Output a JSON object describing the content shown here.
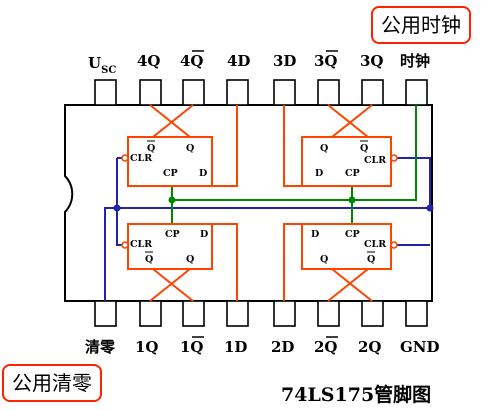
{
  "callouts": {
    "clock": "公用时钟",
    "clear": "公用清零"
  },
  "title": "74LS175管脚图",
  "top_pins": [
    {
      "id": "vcc",
      "main": "U",
      "sub": "SC",
      "overline": false
    },
    {
      "id": "4q",
      "main": "4Q",
      "sub": "",
      "overline": false
    },
    {
      "id": "4qbar",
      "main": "4Q",
      "sub": "",
      "overline": true
    },
    {
      "id": "4d",
      "main": "4D",
      "sub": "",
      "overline": false
    },
    {
      "id": "3d",
      "main": "3D",
      "sub": "",
      "overline": false
    },
    {
      "id": "3qbar",
      "main": "3Q",
      "sub": "",
      "overline": true
    },
    {
      "id": "3q",
      "main": "3Q",
      "sub": "",
      "overline": false
    },
    {
      "id": "clock",
      "main": "时钟",
      "sub": "",
      "overline": false
    }
  ],
  "bottom_pins": [
    {
      "id": "clear",
      "main": "清零",
      "overline": false
    },
    {
      "id": "1q",
      "main": "1Q",
      "overline": false
    },
    {
      "id": "1qbar",
      "main": "1Q",
      "overline": true
    },
    {
      "id": "1d",
      "main": "1D",
      "overline": false
    },
    {
      "id": "2d",
      "main": "2D",
      "overline": false
    },
    {
      "id": "2qbar",
      "main": "2Q",
      "overline": true
    },
    {
      "id": "2q",
      "main": "2Q",
      "overline": false
    },
    {
      "id": "gnd",
      "main": "GND",
      "overline": false
    }
  ],
  "ff_labels": {
    "qbar": "Q",
    "q": "Q",
    "clr": "CLR",
    "cp": "CP",
    "d": "D"
  },
  "colors": {
    "outline": "#000000",
    "flipflop": "#ff4400",
    "clock_line": "#008800",
    "clear_line": "#2222aa",
    "callout_border": "#ff2200"
  }
}
